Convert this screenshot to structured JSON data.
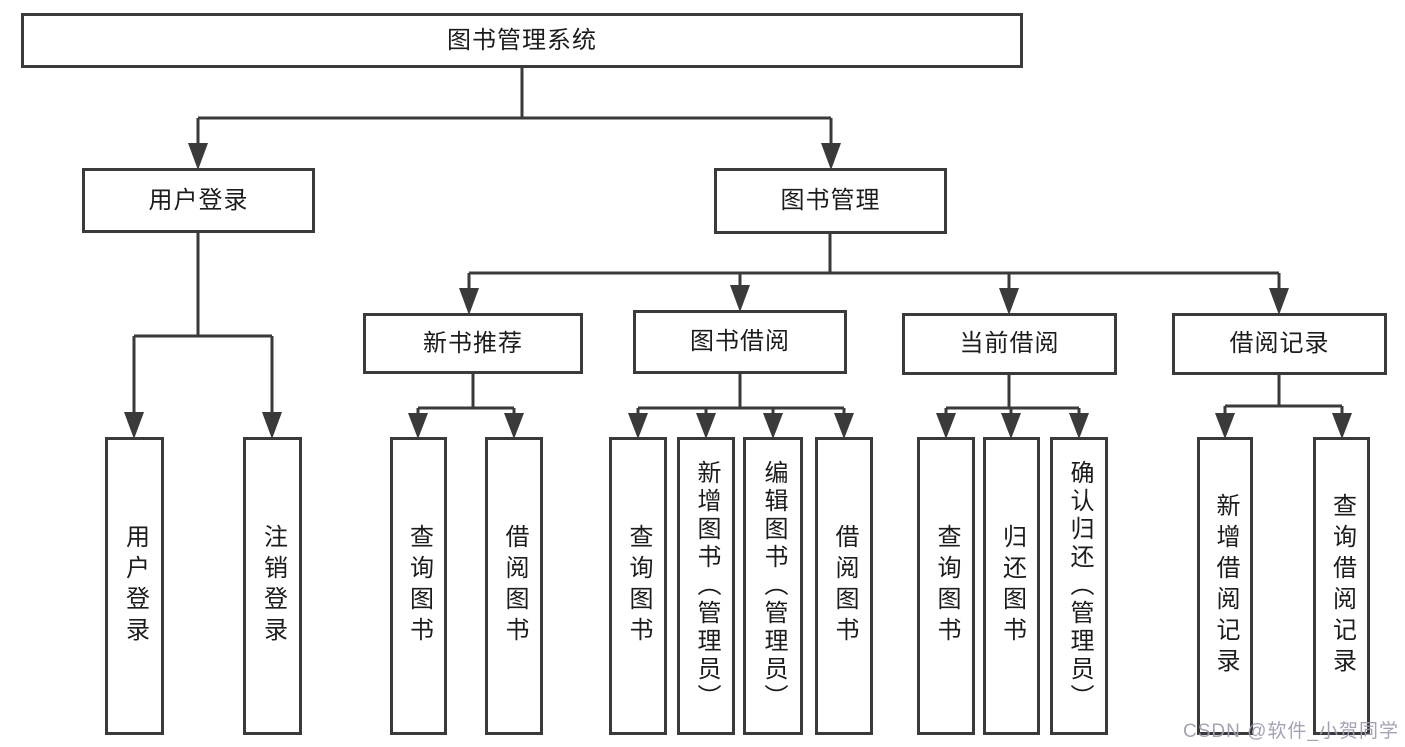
{
  "diagram": {
    "root": {
      "label": "图书管理系统"
    },
    "level2": {
      "user_login": {
        "label": "用户登录"
      },
      "book_management": {
        "label": "图书管理"
      }
    },
    "level3": {
      "new_book_recommend": {
        "label": "新书推荐"
      },
      "book_borrow": {
        "label": "图书借阅"
      },
      "current_borrow": {
        "label": "当前借阅"
      },
      "borrow_records": {
        "label": "借阅记录"
      }
    },
    "leaves": {
      "user_login": {
        "label": "用户登录"
      },
      "logout": {
        "label": "注销登录"
      },
      "query_books_1": {
        "label": "查询图书"
      },
      "borrow_books_1": {
        "label": "借阅图书"
      },
      "query_books_2": {
        "label": "查询图书"
      },
      "add_book_admin": {
        "label": "新增图书（管理员）"
      },
      "edit_book_admin": {
        "label": "编辑图书（管理员）"
      },
      "borrow_books_2": {
        "label": "借阅图书"
      },
      "query_books_3": {
        "label": "查询图书"
      },
      "return_book": {
        "label": "归还图书"
      },
      "confirm_return_admin": {
        "label": "确认归还（管理员）"
      },
      "add_borrow_record": {
        "label": "新增借阅记录"
      },
      "query_borrow_record": {
        "label": "查询借阅记录"
      }
    }
  },
  "watermark": {
    "text": "CSDN @软件_小贺同学"
  },
  "colors": {
    "line": "#3a3a3a",
    "text": "#1c1c1c",
    "box_fill": "#ffffff",
    "watermark": "#9e9eb2"
  }
}
